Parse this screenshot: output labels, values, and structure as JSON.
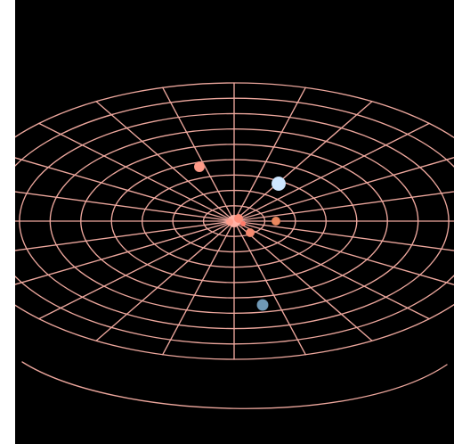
{
  "scene": {
    "view": "solar-system-orbital-grid",
    "background_color": "#000000",
    "grid_color": "#f2aaa0",
    "rings": 9,
    "spokes": 24,
    "bodies": [
      {
        "name": "sun",
        "color": "#ff8f7a"
      },
      {
        "name": "inner-planet",
        "color": "#f4896f"
      },
      {
        "name": "orange-planet",
        "color": "#e9875e"
      },
      {
        "name": "salmon-planet",
        "color": "#ff9a88"
      },
      {
        "name": "pale-blue-planet",
        "color": "#cde6ff"
      },
      {
        "name": "steel-blue-planet",
        "color": "#6f98b5"
      }
    ]
  }
}
